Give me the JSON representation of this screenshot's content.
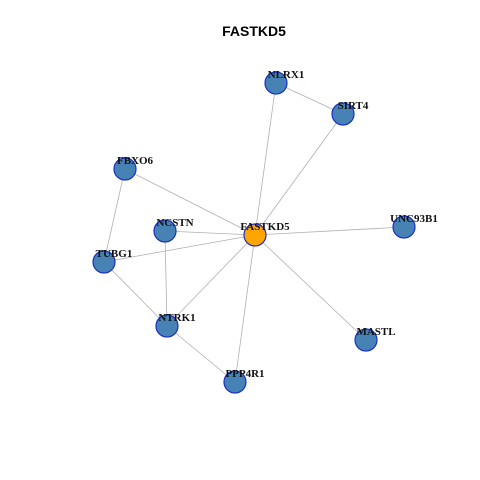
{
  "title": "FASTKD5",
  "colors": {
    "edge": "#b0b0b0",
    "node_fill": "#4682b4",
    "node_stroke": "#1a2ec8",
    "focus_fill": "#ffa500",
    "focus_stroke": "#1a2ec8"
  },
  "nodes": [
    {
      "id": "FASTKD5",
      "label": "FASTKD5",
      "focus": true
    },
    {
      "id": "NLRX1",
      "label": "NLRX1",
      "focus": false
    },
    {
      "id": "SIRT4",
      "label": "SIRT4",
      "focus": false
    },
    {
      "id": "FBXO6",
      "label": "FBXO6",
      "focus": false
    },
    {
      "id": "NCSTN",
      "label": "NCSTN",
      "focus": false
    },
    {
      "id": "UNC93B1",
      "label": "UNC93B1",
      "focus": false
    },
    {
      "id": "TUBG1",
      "label": "TUBG1",
      "focus": false
    },
    {
      "id": "NTRK1",
      "label": "NTRK1",
      "focus": false
    },
    {
      "id": "MASTL",
      "label": "MASTL",
      "focus": false
    },
    {
      "id": "PPP4R1",
      "label": "PPP4R1",
      "focus": false
    }
  ],
  "edges": [
    {
      "source": "NLRX1",
      "target": "SIRT4"
    },
    {
      "source": "NLRX1",
      "target": "FASTKD5"
    },
    {
      "source": "SIRT4",
      "target": "FASTKD5"
    },
    {
      "source": "FBXO6",
      "target": "FASTKD5"
    },
    {
      "source": "FBXO6",
      "target": "TUBG1"
    },
    {
      "source": "NCSTN",
      "target": "FASTKD5"
    },
    {
      "source": "NCSTN",
      "target": "NTRK1"
    },
    {
      "source": "TUBG1",
      "target": "FASTKD5"
    },
    {
      "source": "TUBG1",
      "target": "NTRK1"
    },
    {
      "source": "UNC93B1",
      "target": "FASTKD5"
    },
    {
      "source": "NTRK1",
      "target": "FASTKD5"
    },
    {
      "source": "NTRK1",
      "target": "PPP4R1"
    },
    {
      "source": "MASTL",
      "target": "FASTKD5"
    },
    {
      "source": "PPP4R1",
      "target": "FASTKD5"
    }
  ]
}
